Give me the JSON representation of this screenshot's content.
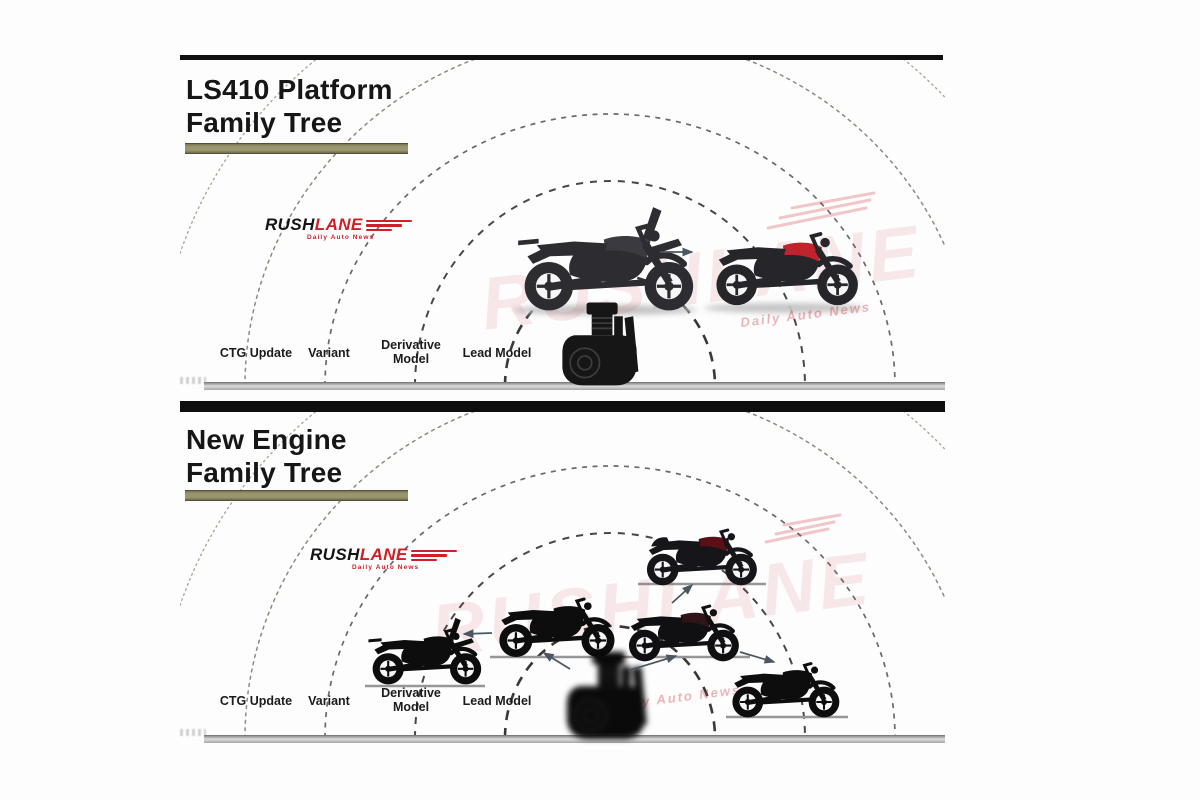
{
  "logo": {
    "word1": "RUSH",
    "word2": "LANE",
    "tagline": "Daily Auto News"
  },
  "watermark": {
    "text": "RUSHLANE",
    "tagline": "Daily Auto News"
  },
  "colors": {
    "title": "#161616",
    "underline_olive": "#8f8c63",
    "logo_red": "#d01f26",
    "arc_dark": "#383838",
    "baseline_gray": "#9c9c9c",
    "arrow": "#4a5660",
    "watermark_red": "#c62830"
  },
  "panels": [
    {
      "title_line1": "LS410 Platform",
      "title_line2": "Family Tree",
      "ring_labels": {
        "ctg": "CTG Update",
        "variant": "Variant",
        "derivative_line1": "Derivative",
        "derivative_line2": "Model",
        "lead": "Lead Model"
      },
      "vehicles": [
        "adventure-motorcycle",
        "scrambler-motorcycle",
        "single-cylinder-engine"
      ]
    },
    {
      "title_line1": "New Engine",
      "title_line2": "Family Tree",
      "ring_labels": {
        "ctg": "CTG Update",
        "variant": "Variant",
        "derivative_line1": "Derivative",
        "derivative_line2": "Model",
        "lead": "Lead Model"
      },
      "vehicles": [
        "adventure-silhouette",
        "scrambler-silhouette",
        "roadster-silhouette",
        "cafe-racer-silhouette",
        "scrambler-2-silhouette",
        "engine-silhouette"
      ]
    }
  ]
}
